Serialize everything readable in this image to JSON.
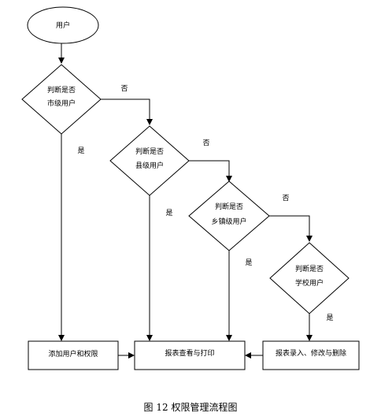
{
  "nodes": {
    "start": "用户",
    "d1": [
      "判断是否",
      "市级用户"
    ],
    "d2": [
      "判断是否",
      "县级用户"
    ],
    "d3": [
      "判断是否",
      "乡镇级用户"
    ],
    "d4": [
      "判断是否",
      "学校用户"
    ],
    "add_user": "添加用户和权限",
    "report_view": "报表查看与打印",
    "report_edit": "报表录入、修改与删除"
  },
  "edges": {
    "no": "否",
    "yes": "是"
  },
  "caption": "图 12 权限管理流程图"
}
